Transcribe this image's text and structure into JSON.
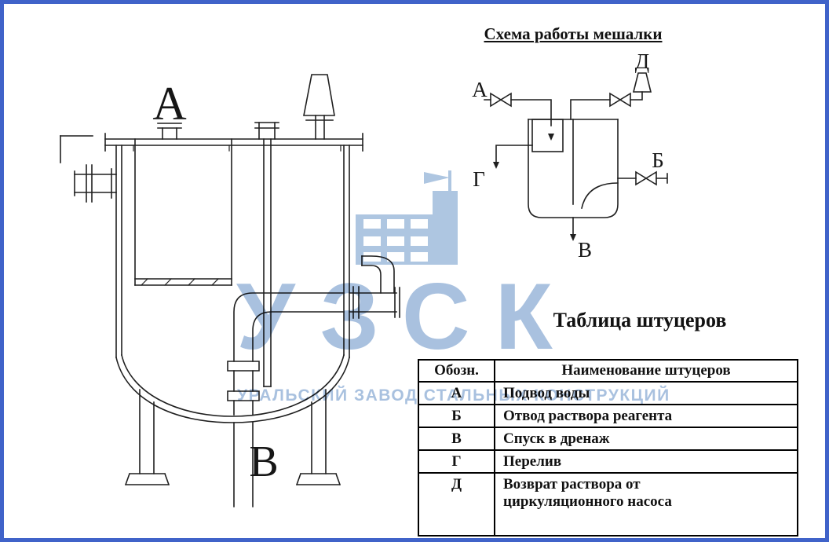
{
  "page": {
    "border_color": "#4063c9"
  },
  "schematic": {
    "title": "Схема работы мешалки",
    "labels": {
      "A": "А",
      "B": "Б",
      "V": "В",
      "G": "Г",
      "D": "Д"
    }
  },
  "drawing": {
    "labels": {
      "A": "А",
      "V": "В"
    }
  },
  "watermark": {
    "acronym": "УЗСК",
    "full_name": "УРАЛЬСКИЙ ЗАВОД СТАЛЬНЫХ КОНСТРУКЦИЙ",
    "color": "#9db9db"
  },
  "table": {
    "title": "Таблица штуцеров",
    "headers": [
      "Обозн.",
      "Наименование штуцеров"
    ],
    "rows": [
      {
        "code": "А",
        "name": "Подвод воды"
      },
      {
        "code": "Б",
        "name": "Отвод раствора реагента"
      },
      {
        "code": "В",
        "name": "Спуск в дренаж"
      },
      {
        "code": "Г",
        "name": "Перелив"
      },
      {
        "code": "Д",
        "name": "Возврат раствора от\nциркуляционного насоса"
      }
    ]
  }
}
